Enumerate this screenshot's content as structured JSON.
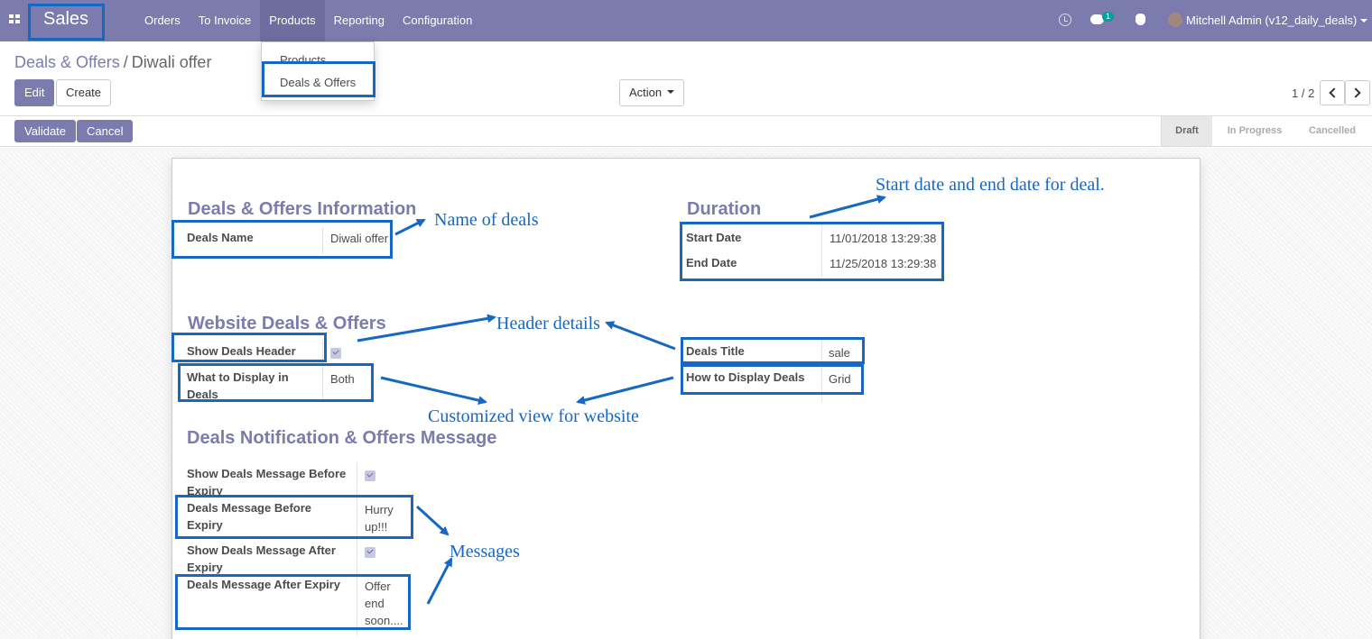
{
  "topbar": {
    "app_name": "Sales",
    "menu": [
      "Orders",
      "To Invoice",
      "Products",
      "Reporting",
      "Configuration"
    ],
    "chat_badge": "1",
    "user_name": "Mitchell Admin (v12_daily_deals)",
    "color": "#7c7bad"
  },
  "products_menu": {
    "items": [
      "Products",
      "Deals & Offers"
    ]
  },
  "breadcrumb": {
    "parent": "Deals & Offers",
    "separator": "/",
    "current": "Diwali offer"
  },
  "buttons": {
    "edit": "Edit",
    "create": "Create",
    "action": "Action",
    "validate": "Validate",
    "cancel": "Cancel"
  },
  "pager": {
    "value": "1 / 2"
  },
  "stages": {
    "items": [
      "Draft",
      "In Progress",
      "Cancelled"
    ],
    "active": "Draft"
  },
  "form": {
    "info_title": "Deals & Offers Information",
    "deals_name_label": "Deals Name",
    "deals_name_value": "Diwali offer",
    "duration_title": "Duration",
    "start_date_label": "Start Date",
    "start_date_value": "11/01/2018 13:29:38",
    "end_date_label": "End Date",
    "end_date_value": "11/25/2018 13:29:38",
    "website_title": "Website Deals & Offers",
    "show_header_label": "Show Deals Header",
    "show_header_checked": true,
    "what_display_label": "What to Display in Deals",
    "what_display_value": "Both",
    "deals_title_label": "Deals Title",
    "deals_title_value": "sale",
    "how_display_label": "How to Display Deals",
    "how_display_value": "Grid",
    "notification_title": "Deals Notification & Offers Message",
    "show_before_label": "Show Deals Message Before Expiry",
    "show_before_checked": true,
    "msg_before_label": "Deals Message Before Expiry",
    "msg_before_value": "Hurry up!!!",
    "show_after_label": "Show Deals Message After Expiry",
    "show_after_checked": true,
    "msg_after_label": "Deals Message After Expiry",
    "msg_after_value": "Offer end soon...."
  },
  "annotations": {
    "name_of_deals": "Name of deals",
    "start_end_date": "Start date and end date for deal.",
    "header_details": "Header details",
    "customized_view": "Customized view for website",
    "messages": "Messages",
    "color": "#1668c3"
  }
}
